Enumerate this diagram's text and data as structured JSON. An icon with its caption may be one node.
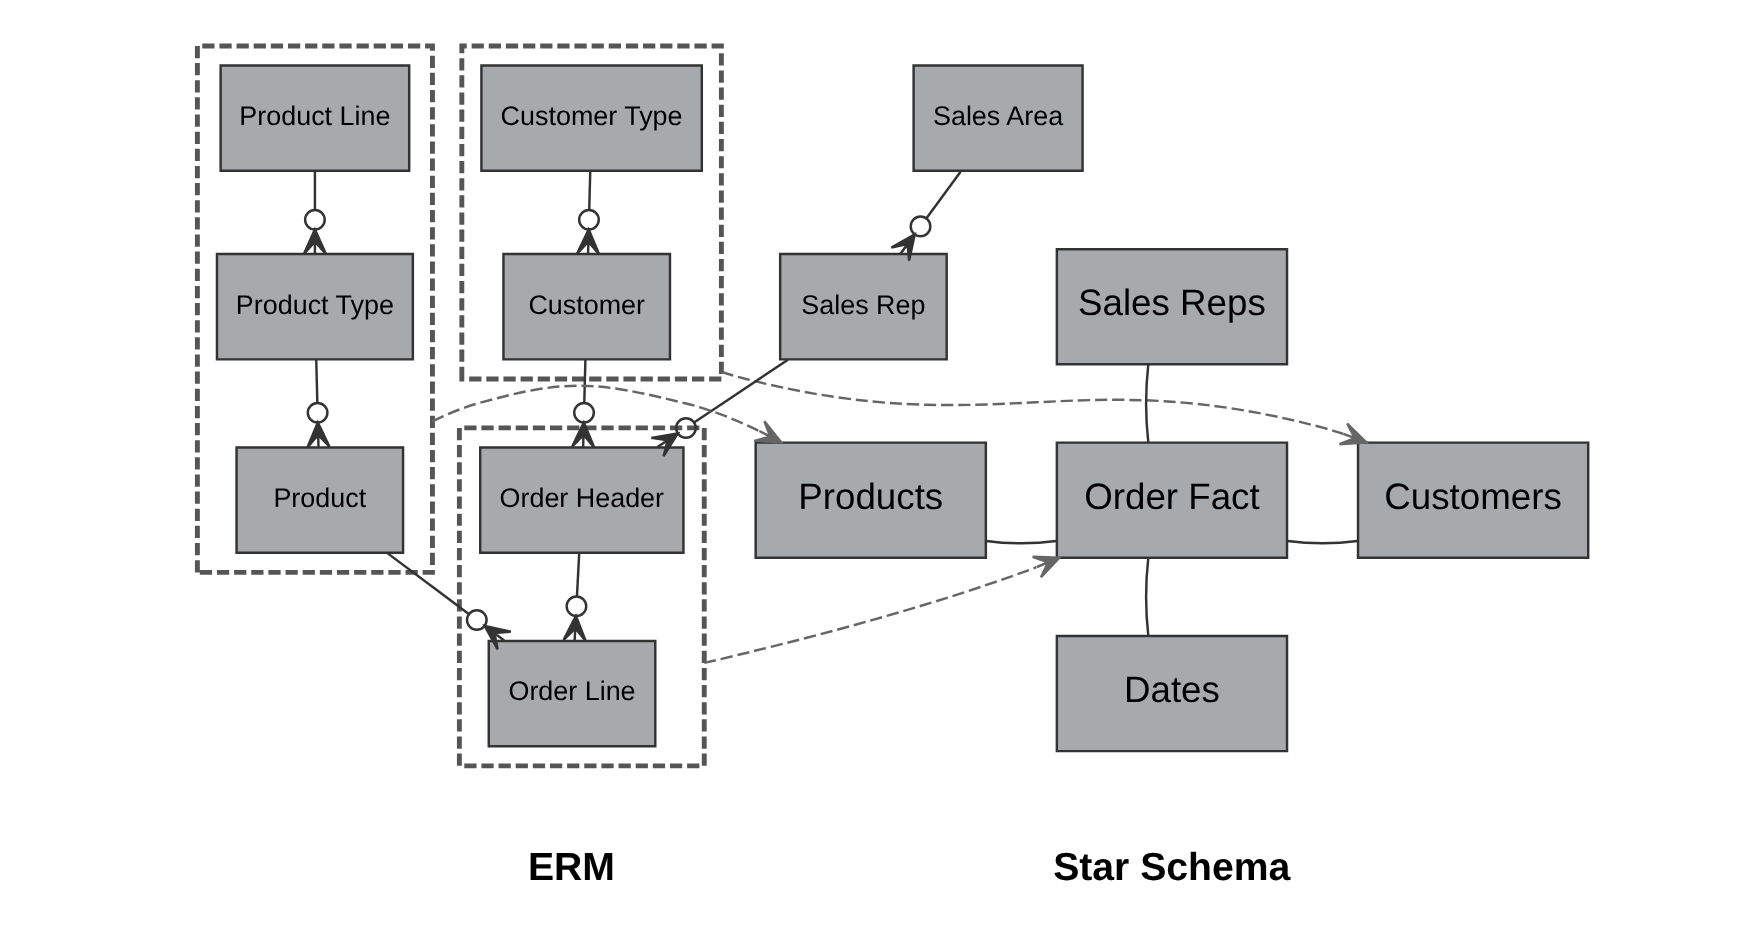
{
  "diagram": {
    "nodes": [
      {
        "text": [],
        "shape": "box"
      },
      {
        "text": [
          "Customer Type"
        ],
        "in": 0
      },
      {
        "text": [
          "Customer"
        ],
        "in": 0
      },
      {
        "text": [
          "Sales Area"
        ]
      },
      {
        "text": [
          "Sales Rep"
        ]
      },
      {
        "text": [],
        "shape": "box"
      },
      {
        "text": [
          "Product Line"
        ],
        "in": 5
      },
      {
        "text": [
          "Product Type"
        ],
        "in": 5
      },
      {
        "text": [
          "Product"
        ],
        "in": 5
      },
      {
        "text": [],
        "shape": "box"
      },
      {
        "text": [
          "Order Header"
        ],
        "in": 9
      },
      {
        "text": [
          "Order Line"
        ],
        "in": 9
      },
      {
        "text": [
          "Sales Reps"
        ]
      },
      {
        "text": [
          "Products"
        ]
      },
      {
        "text": [
          "Order Fact"
        ]
      },
      {
        "text": [
          "Customers"
        ]
      },
      {
        "text": [
          "Dates"
        ]
      }
    ],
    "edges": [
      {
        "from": 1,
        "to": 2,
        "arrow": "other"
      },
      {
        "from": 3,
        "to": 4,
        "arrow": "other"
      },
      {
        "from": 6,
        "to": 7,
        "arrow": "other"
      },
      {
        "from": 2,
        "to": 10,
        "arrow": "other"
      },
      {
        "from": 4,
        "to": 10,
        "arrow": "other"
      },
      {
        "from": 7,
        "to": 8,
        "arrow": "other"
      },
      {
        "from": 10,
        "to": 11,
        "arrow": "other"
      },
      {
        "from": 8,
        "to": 11,
        "arrow": "other"
      },
      {
        "from": 0,
        "to": 15,
        "arrow": "to",
        "style": "dashed"
      },
      {
        "from": 5,
        "to": 13,
        "arrow": "to",
        "style": "dashed"
      },
      {
        "from": 9,
        "to": 14,
        "arrow": "to",
        "style": "dashed"
      },
      {
        "from": 12,
        "to": 14,
        "arrow": "none"
      },
      {
        "from": 13,
        "to": 14,
        "arrow": "none"
      },
      {
        "from": 14,
        "to": 15,
        "arrow": "none"
      },
      {
        "from": 14,
        "to": 16,
        "arrow": "none"
      }
    ],
    "labels": [
      "ERM",
      "Star Schema"
    ]
  }
}
